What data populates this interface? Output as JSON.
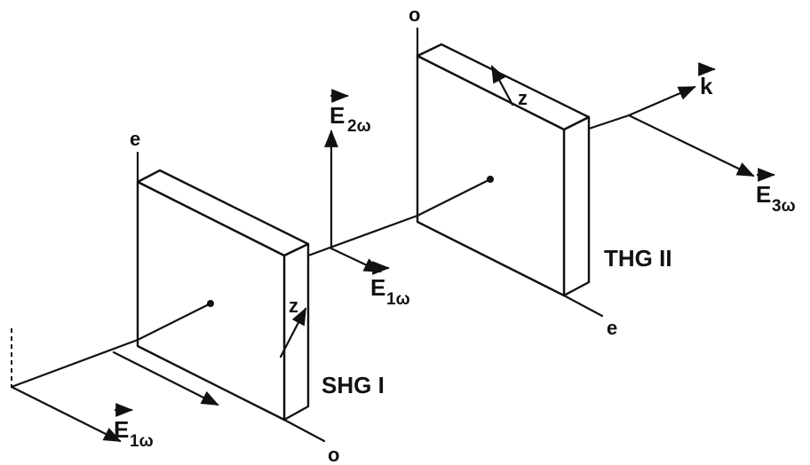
{
  "diagram": {
    "crystal_1": {
      "label": "SHG I",
      "axis_top": "e",
      "axis_bottom": "o",
      "axis_z": "z"
    },
    "crystal_2": {
      "label": "THG II",
      "axis_top": "o",
      "axis_bottom": "e",
      "axis_z": "z"
    },
    "fields": {
      "e1_input": {
        "base": "E",
        "sub": "1ω"
      },
      "e1_between": {
        "base": "E",
        "sub": "1ω"
      },
      "e2": {
        "base": "E",
        "sub": "2ω"
      },
      "e3": {
        "base": "E",
        "sub": "3ω"
      },
      "k": {
        "base": "k"
      }
    }
  }
}
